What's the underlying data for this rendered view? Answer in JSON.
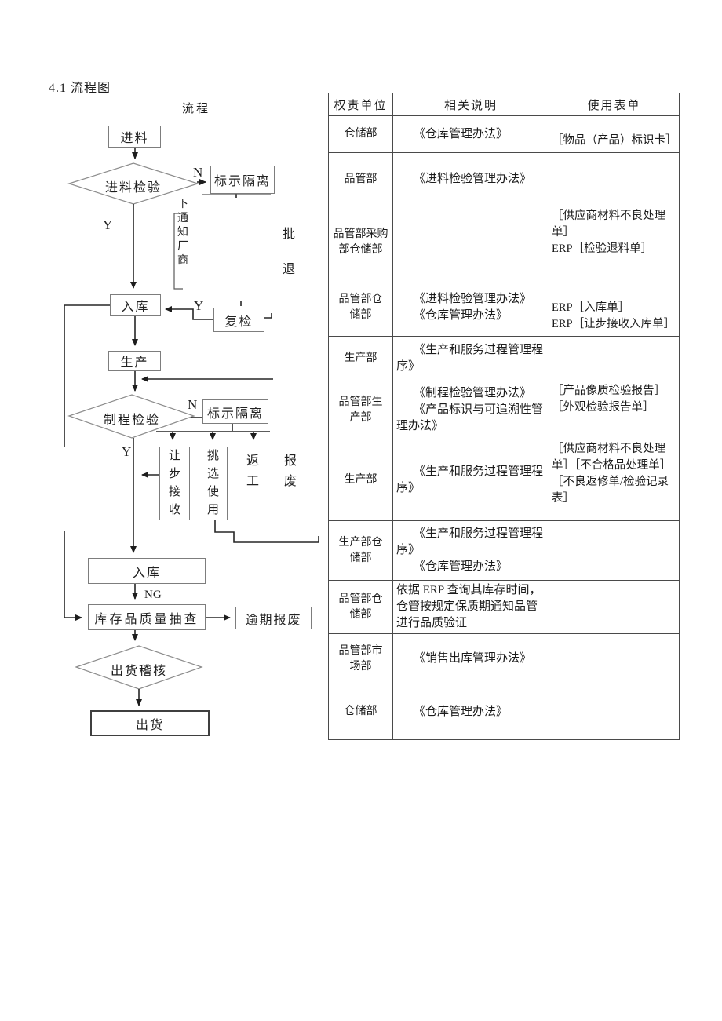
{
  "page": {
    "title": "4.1 流程图",
    "lane_header": "流程"
  },
  "flow": {
    "nodes": {
      "feed": "进料",
      "feed_check": "进料检验",
      "mark_isolate_1": "标示隔离",
      "warehouse_1": "入库",
      "recheck": "复检",
      "production": "生产",
      "process_check": "制程检验",
      "mark_isolate_2": "标示隔离",
      "concession_accept": "让步接收",
      "sort_use": "挑选使用",
      "rework": "返工",
      "scrap": "报废",
      "warehouse_2": "入库",
      "stock_quality_check": "库存品质量抽查",
      "overdue_scrap": "逾期报废",
      "shipment_audit": "出货稽核",
      "shipment": "出货"
    },
    "labels": {
      "n1": "N",
      "y1": "Y",
      "y2": "Y",
      "n2": "N",
      "y3": "Y",
      "ng": "NG",
      "notify_supplier": "下通知厂商",
      "batch_reject": "批退"
    }
  },
  "table": {
    "headers": [
      "权责单位",
      "相关说明",
      "使用表单"
    ],
    "rows": [
      {
        "unit": [
          "仓储部"
        ],
        "desc": [
          "《仓库管理办法》"
        ],
        "forms": [
          "［物品（产品）标识卡］"
        ]
      },
      {
        "unit": [
          "品管部"
        ],
        "desc": [
          "《进料检验管理办法》"
        ],
        "forms": []
      },
      {
        "unit": [
          "品管部采购",
          "部仓储部"
        ],
        "desc": [],
        "forms": [
          "［供应商材料不良处理单］",
          "ERP［检验退料单］"
        ]
      },
      {
        "unit": [
          "品管部仓",
          "储部"
        ],
        "desc": [
          "《进料检验管理办法》",
          "《仓库管理办法》"
        ],
        "forms": [
          "ERP［入库单］",
          "ERP［让步接收入库单］"
        ]
      },
      {
        "unit": [
          "生产部"
        ],
        "desc": [
          "《生产和服务过程管理程序》"
        ],
        "forms": []
      },
      {
        "unit": [
          "品管部生",
          "产部"
        ],
        "desc": [
          "《制程检验管理办法》",
          "《产品标识与可追溯性管理办法》"
        ],
        "forms": [
          "［产品像质检验报告］",
          "［外观检验报告单］"
        ]
      },
      {
        "unit": [
          "生产部"
        ],
        "desc": [
          "《生产和服务过程管理程序》"
        ],
        "forms": [
          "［供应商材料不良处理单］［不合格品处理单］",
          "［不良返修单/检验记录表］"
        ]
      },
      {
        "unit": [
          "生产部仓",
          "储部"
        ],
        "desc": [
          "《生产和服务过程管理程序》",
          "《仓库管理办法》"
        ],
        "forms": []
      },
      {
        "unit": [
          "品管部仓",
          "储部"
        ],
        "desc": [
          "依据 ERP 查询其库存时间，仓管按规定保质期通知品管进行品质验证"
        ],
        "forms": []
      },
      {
        "unit": [
          "品管部市",
          "场部"
        ],
        "desc": [
          "《销售出库管理办法》"
        ],
        "forms": []
      },
      {
        "unit": [
          "仓储部"
        ],
        "desc": [
          "《仓库管理办法》"
        ],
        "forms": []
      }
    ]
  }
}
